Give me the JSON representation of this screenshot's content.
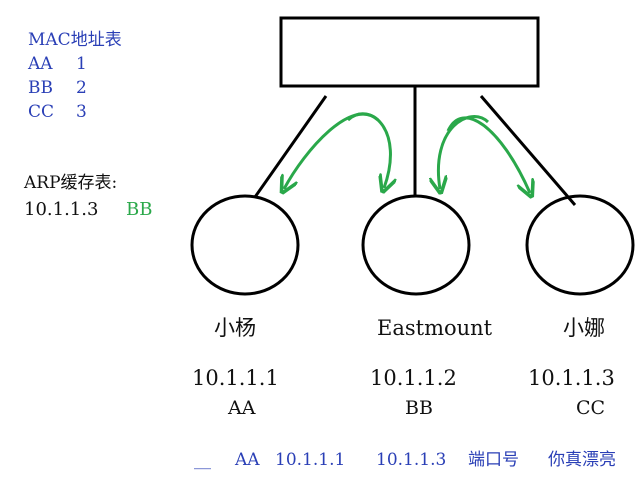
{
  "mac_table": {
    "title": "MAC地址表",
    "rows": [
      {
        "mac": "AA",
        "port": "1"
      },
      {
        "mac": "BB",
        "port": "2"
      },
      {
        "mac": "CC",
        "port": "3"
      }
    ]
  },
  "arp_cache": {
    "title": "ARP缓存表:",
    "ip": "10.1.1.3",
    "mac": "BB"
  },
  "nodes": [
    {
      "name": "小杨",
      "ip": "10.1.1.1",
      "mac": "AA"
    },
    {
      "name": "Eastmount",
      "ip": "10.1.1.2",
      "mac": "BB"
    },
    {
      "name": "小娜",
      "ip": "10.1.1.3",
      "mac": "CC"
    }
  ],
  "packet": {
    "blank": "__",
    "mac": "AA",
    "src_ip": "10.1.1.1",
    "dst_ip": "10.1.1.3",
    "port": "端口号",
    "payload": "你真漂亮"
  },
  "colors": {
    "table_text": "#2a3fb6",
    "arrow": "#2aa84a",
    "stroke": "#000000"
  }
}
